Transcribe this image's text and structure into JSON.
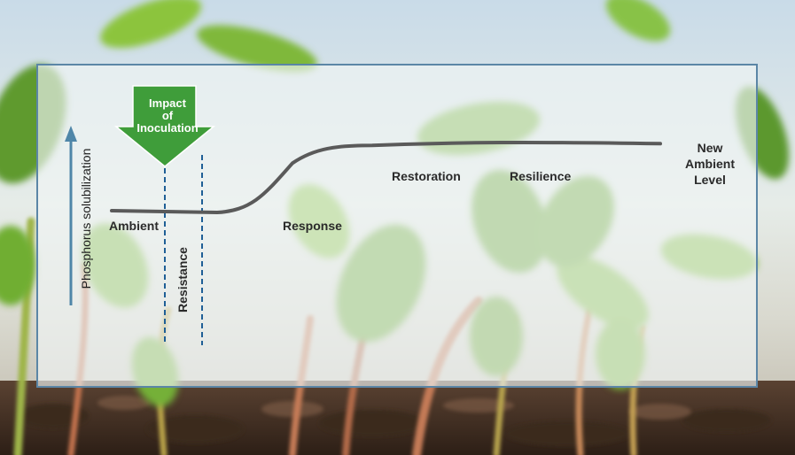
{
  "impact": {
    "line1": "Impact",
    "line2": "of",
    "line3": "Inoculation",
    "color": "#3f9d3a"
  },
  "axis": {
    "label": "Phosphorus solubilization",
    "color": "#4f86a8"
  },
  "stages": {
    "ambient": "Ambient",
    "resistance": "Resistance",
    "response": "Response",
    "restoration": "Restoration",
    "resilience": "Resilience",
    "new_level_1": "New",
    "new_level_2": "Ambient",
    "new_level_3": "Level"
  },
  "colors": {
    "curve": "#5a5a5a",
    "dashed": "#1f5f96",
    "panel_border": "#5b86a6"
  },
  "curve": {
    "levels": {
      "ambient": 0.2,
      "new": 0.87
    }
  }
}
